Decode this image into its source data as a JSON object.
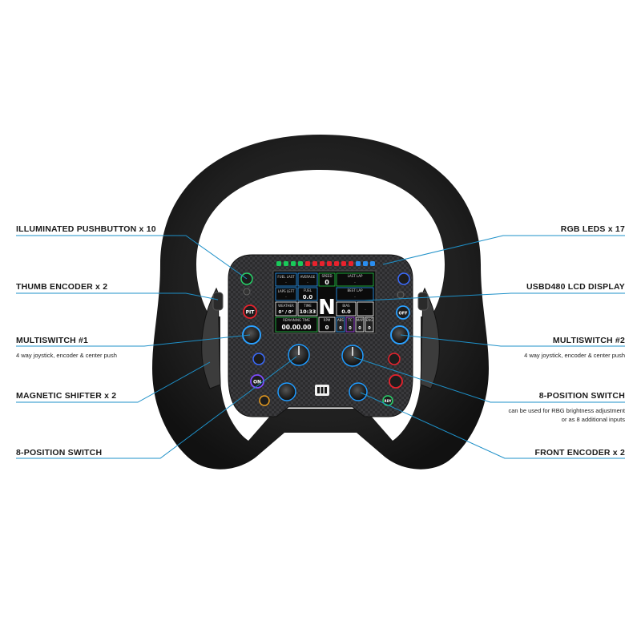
{
  "callouts": {
    "illuminated_pushbutton": "ILLUMINATED PUSHBUTTON x 10",
    "thumb_encoder": "THUMB ENCODER x 2",
    "multiswitch_1": "MULTISWITCH #1",
    "multiswitch_1_sub": "4 way joystick, encoder & center push",
    "magnetic_shifter": "MAGNETIC SHIFTER x 2",
    "eight_position_left": "8-POSITION SWITCH",
    "rgb_leds": "RGB LEDS x 17",
    "lcd_display": "USBD480 LCD DISPLAY",
    "multiswitch_2": "MULTISWITCH #2",
    "multiswitch_2_sub": "4 way joystick, encoder & center push",
    "eight_position_right": "8-POSITION SWITCH",
    "eight_position_right_sub1": "can be used for RBG brightness adjustment",
    "eight_position_right_sub2": "or as 8 additional inputs",
    "front_encoder": "FRONT ENCODER x 2"
  },
  "display": {
    "fuel_last": "FUEL LAST",
    "average": "AVERAGE",
    "speed": "SPEED",
    "speed_value": "0",
    "laps_left": "LAPS LEFT",
    "fuel": "FUEL",
    "fuel_value": "0.0",
    "gear": "N",
    "last_lap": "LAST LAP",
    "best_lap": "BEST LAP",
    "bias": "BIAS",
    "bias_value": "0.0",
    "weather": "WEATHER",
    "weather_value": "0° / 0°",
    "time": "TIME",
    "time_value": "10:33",
    "remaining_time": "REMAINING TIME",
    "remaining_time_value": "00.00.00",
    "rpm": "RPM",
    "rpm_value": "0",
    "abs": "ABS",
    "abs_value": "0",
    "tc": "TC",
    "tc_value": "0",
    "map": "MAP",
    "map_value": "0",
    "eng": "ENG",
    "eng_value": "0",
    "dash": "-"
  },
  "buttons": {
    "pit": "PIT",
    "on": "ON",
    "off": "OFF",
    "rdy": "RDY"
  },
  "led_colors": [
    "#19c95a",
    "#19c95a",
    "#19c95a",
    "#19c95a",
    "#e8222d",
    "#e8222d",
    "#e8222d",
    "#e8222d",
    "#e8222d",
    "#e8222d",
    "#e8222d",
    "#2a8ef0",
    "#2a8ef0",
    "#2a8ef0"
  ],
  "accent_color": "#1e90c8"
}
